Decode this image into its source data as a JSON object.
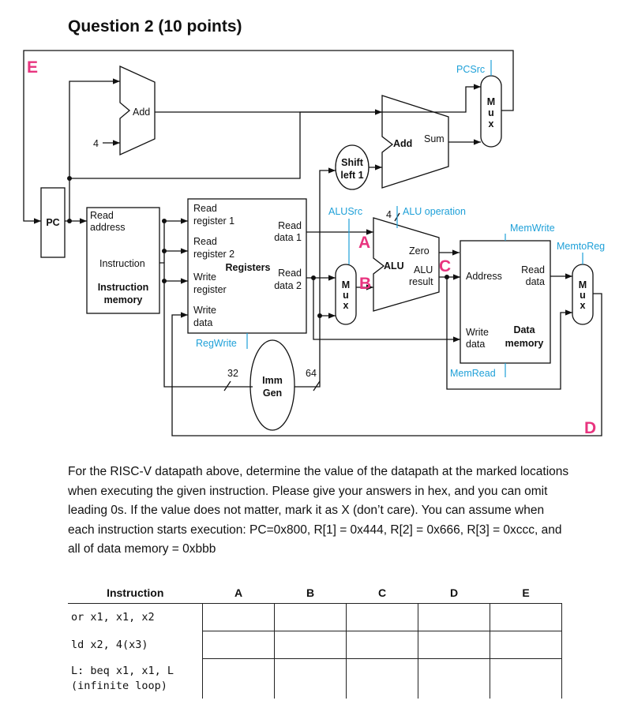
{
  "title": "Question 2 (10 points)",
  "diagram": {
    "pc": "PC",
    "add_small": "Add",
    "four_const": "4",
    "add_big": "Add",
    "sum": "Sum",
    "shift_left_1_line1": "Shift",
    "shift_left_1_line2": "left 1",
    "pcsrc": "PCSrc",
    "mux": [
      "M",
      "u",
      "x"
    ],
    "imem": {
      "read_address_1": "Read",
      "read_address_2": "address",
      "instruction": "Instruction",
      "name1": "Instruction",
      "name2": "memory"
    },
    "regs": {
      "read_reg1_a": "Read",
      "read_reg1_b": "register 1",
      "read_reg2_a": "Read",
      "read_reg2_b": "register 2",
      "write_reg_a": "Write",
      "write_reg_b": "register",
      "write_data_a": "Write",
      "write_data_b": "data",
      "read_data1_a": "Read",
      "read_data1_b": "data 1",
      "read_data2_a": "Read",
      "read_data2_b": "data 2",
      "name": "Registers",
      "regwrite": "RegWrite"
    },
    "immgen": {
      "line1": "Imm",
      "line2": "Gen",
      "in_width": "32",
      "out_width": "64"
    },
    "alu": {
      "alusrc": "ALUSrc",
      "four": "4",
      "operation": "ALU operation",
      "zero": "Zero",
      "name": "ALU",
      "result_a": "ALU",
      "result_b": "result"
    },
    "dmem": {
      "memwrite": "MemWrite",
      "memtoreg": "MemtoReg",
      "memread": "MemRead",
      "address": "Address",
      "read_data_a": "Read",
      "read_data_b": "data",
      "write_data_a": "Write",
      "write_data_b": "data",
      "name1": "Data",
      "name2": "memory"
    },
    "markers": {
      "a": "A",
      "b": "B",
      "c": "C",
      "d": "D",
      "e": "E"
    },
    "colors": {
      "marker": "#e8347f",
      "control": "#1ea0d8"
    }
  },
  "paragraph": "For the RISC-V datapath above, determine the value of the datapath at the marked locations when executing the given instruction. Please give your answers in hex, and you can omit leading 0s. If the value does not matter, mark it as X (don’t care). You can assume when each instruction starts execution: PC=0x800, R[1] = 0x444, R[2] = 0x666, R[3] = 0xccc, and all of data memory = 0xbbb",
  "table": {
    "headers": [
      "Instruction",
      "A",
      "B",
      "C",
      "D",
      "E"
    ],
    "rows": [
      "or x1, x1, x2",
      "ld x2, 4(x3)",
      "L: beq x1, x1, L\n(infinite loop)"
    ]
  }
}
